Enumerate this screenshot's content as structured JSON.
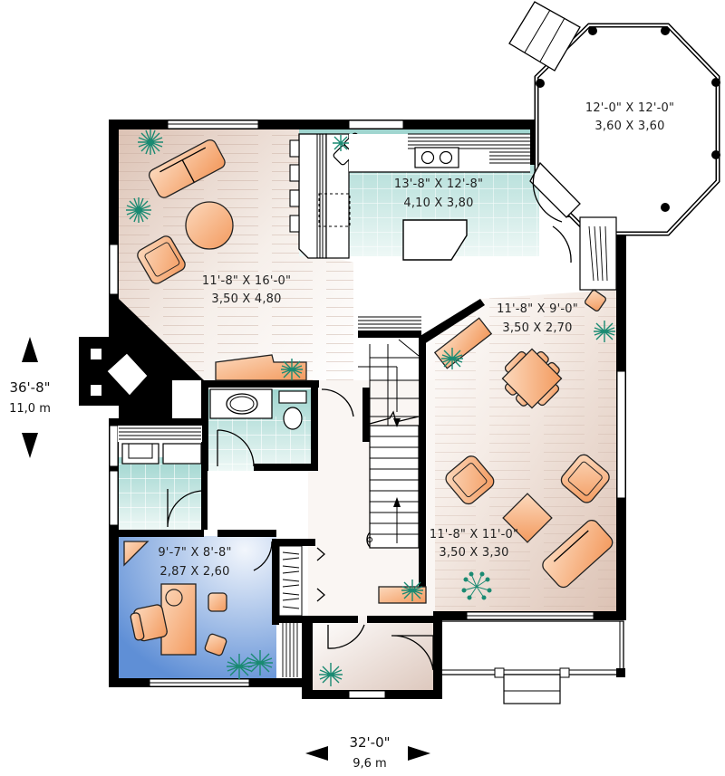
{
  "plan": {
    "overall_dimensions": {
      "depth": {
        "imperial": "36'-8\"",
        "metric": "11,0 m"
      },
      "width": {
        "imperial": "32'-0\"",
        "metric": "9,6 m"
      }
    },
    "rooms": [
      {
        "name": "gazebo",
        "imperial": "12'-0\" X 12'-0\"",
        "metric": "3,60 X 3,60"
      },
      {
        "name": "kitchen",
        "imperial": "13'-8\" X 12'-8\"",
        "metric": "4,10 X 3,80"
      },
      {
        "name": "living-room",
        "imperial": "11'-8\" X 16'-0\"",
        "metric": "3,50 X 4,80"
      },
      {
        "name": "dining-room",
        "imperial": "11'-8\" X 9'-0\"",
        "metric": "3,50 X 2,70"
      },
      {
        "name": "family-room",
        "imperial": "11'-8\" X 11'-0\"",
        "metric": "3,50 X 3,30"
      },
      {
        "name": "office",
        "imperial": "9'-7\" X 8'-8\"",
        "metric": "2,87 X 2,60"
      }
    ],
    "colors": {
      "wall": "#000000",
      "floor_wood": "#e8d6cc",
      "floor_tile": "#a9d9d4",
      "office_floor": "#6f9bd8",
      "furniture": "#f4a872",
      "plants": "#1a8a72"
    }
  }
}
